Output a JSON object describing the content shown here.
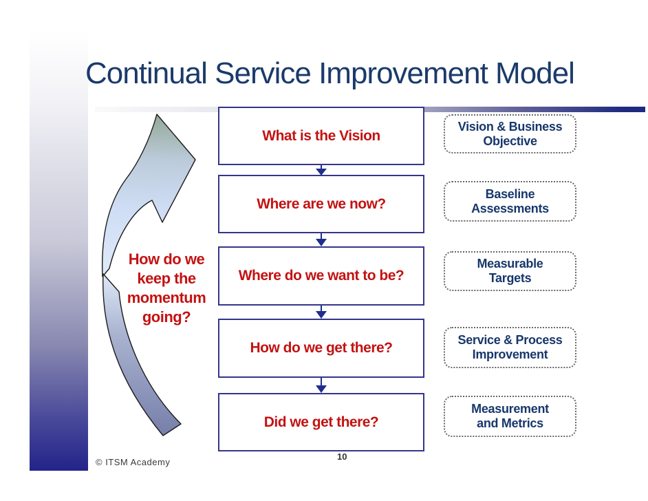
{
  "slide": {
    "title": "Continual Service Improvement Model",
    "footer": "©  ITSM Academy",
    "page_number": "10"
  },
  "loop": {
    "question": "How do we keep the momentum going?"
  },
  "flow": {
    "boxes": [
      {
        "label": "What is the Vision"
      },
      {
        "label": "Where are we now?"
      },
      {
        "label": "Where do we want to be?"
      },
      {
        "label": "How do we get there?"
      },
      {
        "label": "Did we get there?"
      }
    ]
  },
  "outcomes": {
    "items": [
      {
        "line1": "Vision & Business",
        "line2": "Objective"
      },
      {
        "line1": "Baseline",
        "line2": "Assessments"
      },
      {
        "line1": "Measurable",
        "line2": "Targets"
      },
      {
        "line1": "Service & Process",
        "line2": "Improvement"
      },
      {
        "line1": "Measurement",
        "line2": "and Metrics"
      }
    ]
  },
  "colors": {
    "title_navy": "#1b3a6b",
    "box_border_navy": "#34348c",
    "question_red": "#c41212",
    "arrow_navy": "#1f2d8f",
    "outcome_text_navy": "#17376b",
    "band_dark_navy": "#23238a"
  },
  "icons": {
    "curved_loop_arrow": "self-crossing swoosh arrow pointing up-right",
    "down_arrow": "navy downward connector arrow"
  }
}
